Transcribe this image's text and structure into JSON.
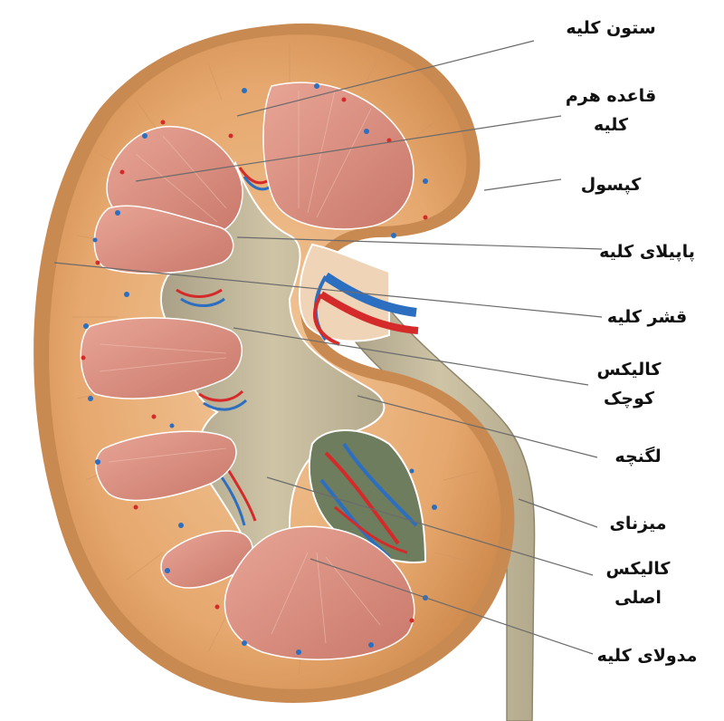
{
  "labels": {
    "renal_column": "ستون کلیه",
    "pyramid_base_1": "قاعده هرم",
    "pyramid_base_2": "کلیه",
    "capsule": "کپسول",
    "renal_papilla": "پاپیلای کلیه",
    "renal_cortex": "قشر کلیه",
    "minor_calyx_1": "کالیکس",
    "minor_calyx_2": "کوچک",
    "pelvis": "لگنچه",
    "ureter": "میزنای",
    "major_calyx_1": "کالیکس",
    "major_calyx_2": "اصلی",
    "renal_medulla": "مدولای کلیه"
  },
  "colors": {
    "cortex": "#E2A36A",
    "capsule": "#C98A52",
    "pyramid": "#D98F7F",
    "pelvis": "#C7BB9C",
    "artery": "#D42A2A",
    "vein": "#2C6FC1",
    "leader_line": "#6B6B6B"
  }
}
